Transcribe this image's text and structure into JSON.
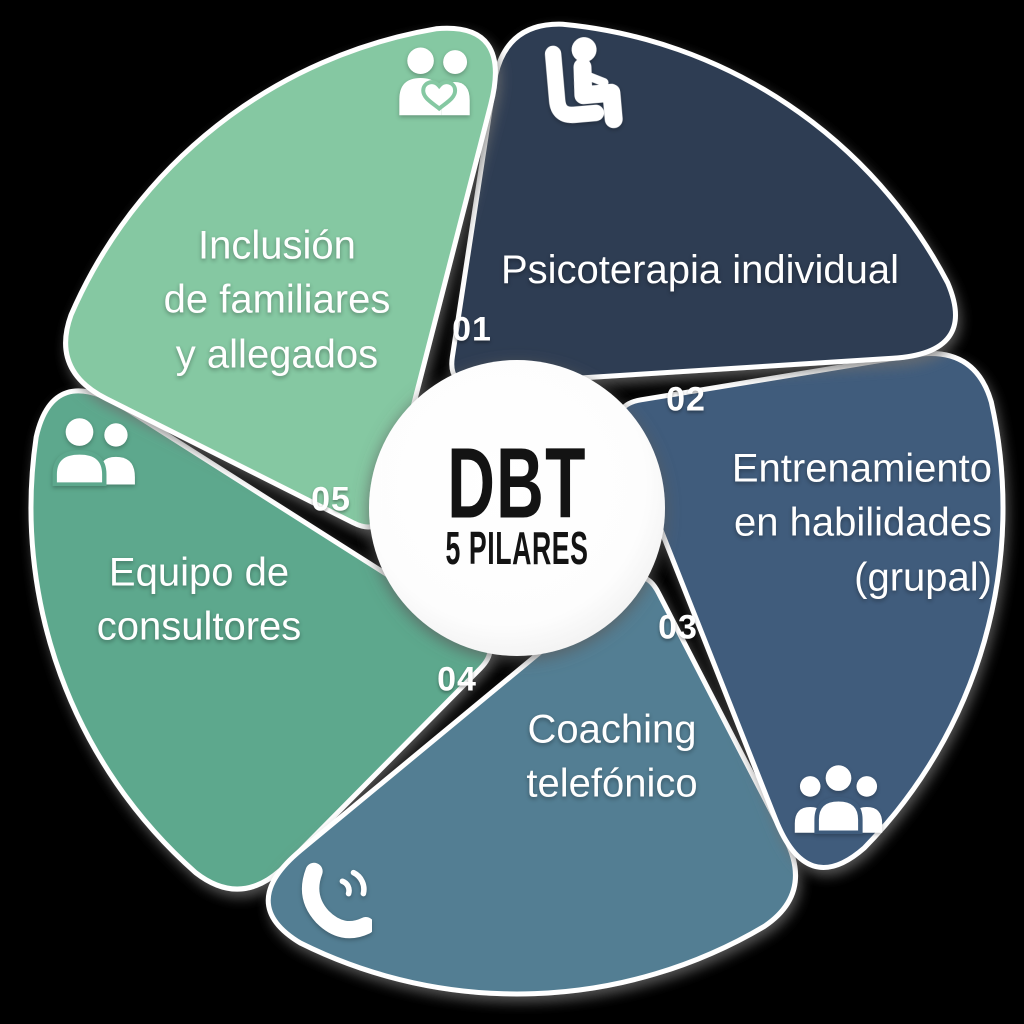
{
  "diagram": {
    "background_color": "#000000",
    "gap_color": "#ffffff",
    "text_color": "#ffffff",
    "center": {
      "title": "DBT",
      "subtitle": "5 PILARES",
      "background": "#ffffff",
      "text_color": "#131313"
    },
    "segments": [
      {
        "id": "psicoterapia-individual",
        "number": "01",
        "label": "Psicoterapia individual",
        "color": "#2d3e53",
        "icon": "person-sitting-icon"
      },
      {
        "id": "entrenamiento-habilidades",
        "number": "02",
        "label": "Entrenamiento\nen habilidades\n(grupal)",
        "color": "#3f5c7c",
        "icon": "three-people-group-icon"
      },
      {
        "id": "coaching-telefonico",
        "number": "03",
        "label": "Coaching\ntelefónico",
        "color": "#527e93",
        "icon": "phone-call-icon"
      },
      {
        "id": "equipo-consultores",
        "number": "04",
        "label": "Equipo de\nconsultores",
        "color": "#5da88d",
        "icon": "two-people-icon"
      },
      {
        "id": "inclusion-familiares",
        "number": "05",
        "label": "Inclusión\nde familiares\ny allegados",
        "color": "#85c8a2",
        "icon": "family-heart-icon"
      }
    ]
  }
}
